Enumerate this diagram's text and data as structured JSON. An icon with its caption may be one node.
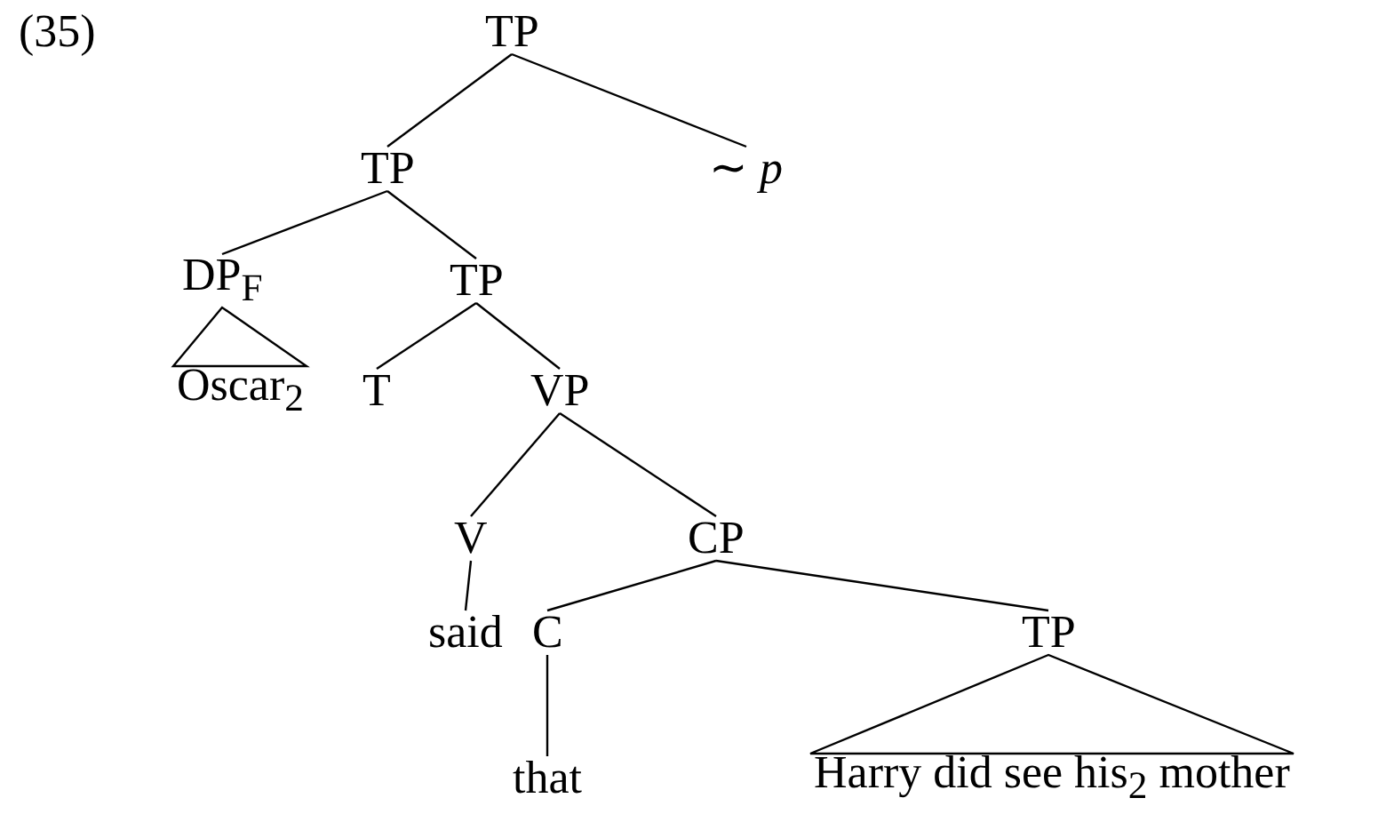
{
  "diagram": {
    "nodes": [
      {
        "text": [
          "TP"
        ]
      },
      {
        "text": [
          "TP"
        ]
      },
      {
        "text": [
          "∼ *p*"
        ]
      },
      {
        "text": [
          "DP$_{F}$"
        ]
      },
      {
        "text": [
          "TP"
        ]
      },
      {
        "text": [
          "Oscar$_{2}$"
        ]
      },
      {
        "text": [
          "T"
        ]
      },
      {
        "text": [
          "VP"
        ]
      },
      {
        "text": [
          "V"
        ]
      },
      {
        "text": [
          "CP"
        ]
      },
      {
        "text": [
          "said"
        ]
      },
      {
        "text": [
          "C"
        ]
      },
      {
        "text": [
          "TP"
        ]
      },
      {
        "text": [
          "that"
        ]
      },
      {
        "text": [
          "Harry did see his$_{2}$ mother"
        ]
      }
    ],
    "edges": [
      {
        "from": 0,
        "to": 1,
        "arrow": "none"
      },
      {
        "from": 0,
        "to": 2,
        "arrow": "none"
      },
      {
        "from": 1,
        "to": 3,
        "arrow": "none"
      },
      {
        "from": 1,
        "to": 4,
        "arrow": "none"
      },
      {
        "from": 3,
        "to": 5,
        "arrow": "none"
      },
      {
        "from": 4,
        "to": 6,
        "arrow": "none"
      },
      {
        "from": 4,
        "to": 7,
        "arrow": "none"
      },
      {
        "from": 7,
        "to": 8,
        "arrow": "none"
      },
      {
        "from": 7,
        "to": 9,
        "arrow": "none"
      },
      {
        "from": 8,
        "to": 10,
        "arrow": "none"
      },
      {
        "from": 9,
        "to": 11,
        "arrow": "none"
      },
      {
        "from": 9,
        "to": 12,
        "arrow": "none"
      },
      {
        "from": 11,
        "to": 13,
        "arrow": "none"
      },
      {
        "from": 12,
        "to": 14,
        "arrow": "none"
      }
    ],
    "labels": [
      "(35)"
    ]
  }
}
